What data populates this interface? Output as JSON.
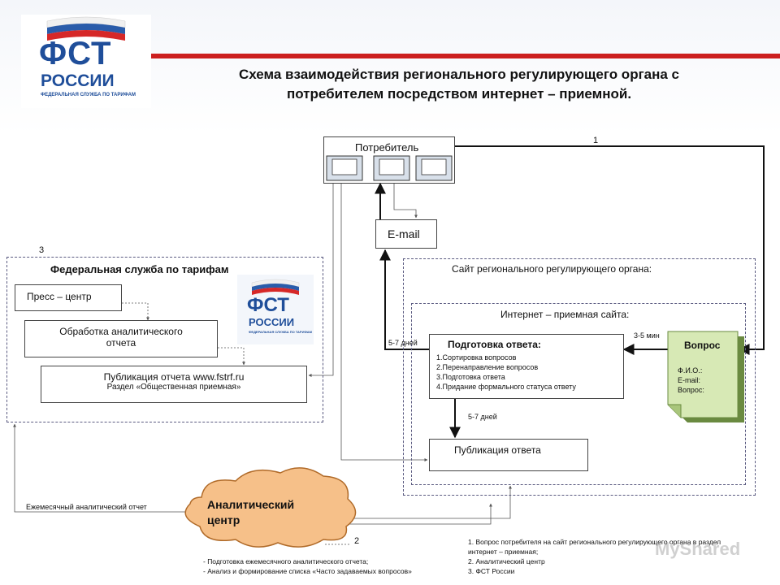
{
  "title_line1": "Схема взаимодействия регионального регулирующего органа с",
  "title_line2": "потребителем посредством интернет – приемной.",
  "logo": {
    "text1": "ФСТ",
    "text2": "РОССИИ",
    "text3": "ФЕДЕРАЛЬНАЯ СЛУЖБА ПО ТАРИФАМ"
  },
  "consumer": {
    "label": "Потребитель"
  },
  "email": {
    "label": "E-mail"
  },
  "fst": {
    "number": "3",
    "title": "Федеральная служба по тарифам",
    "press": "Пресс – центр",
    "analysis_1": "Обработка аналитического",
    "analysis_2": "отчета",
    "publication_1": "Публикация отчета www.fstrf.ru",
    "publication_2": "Раздел «Общественная приемная»"
  },
  "site": {
    "title": "Сайт регионального регулирующего органа:",
    "reception_title": "Интернет – приемная сайта:",
    "prep_title": "Подготовка ответа:",
    "prep_items": [
      "1.Сортировка вопросов",
      "2.Перенаправление вопросов",
      "3.Подготовка ответа",
      "4.Придание формального статуса ответу"
    ],
    "question_title": "Вопрос",
    "question_fields": [
      "Ф.И.О.:",
      "E-mail:",
      "Вопрос:"
    ],
    "publication": "Публикация ответа"
  },
  "labels": {
    "arrow1": "1",
    "arrow2": "2",
    "days_a": "5-7 дней",
    "days_b": "5-7 дней",
    "min": "3-5 мин",
    "monthly": "Ежемесячный аналитический отчет"
  },
  "analytic": {
    "line1": "Аналитический",
    "line2": "центр"
  },
  "notes_left": [
    "- Подготовка ежемесячного аналитического отчета;",
    "- Анализ и формирование списка «Часто задаваемых вопросов»"
  ],
  "notes_right": [
    "1. Вопрос потребителя на сайт регионального регулирующего органа в раздел",
    "интернет – приемная;",
    "2. Аналитический центр",
    "3. ФСТ России"
  ],
  "watermark": "MyShared"
}
